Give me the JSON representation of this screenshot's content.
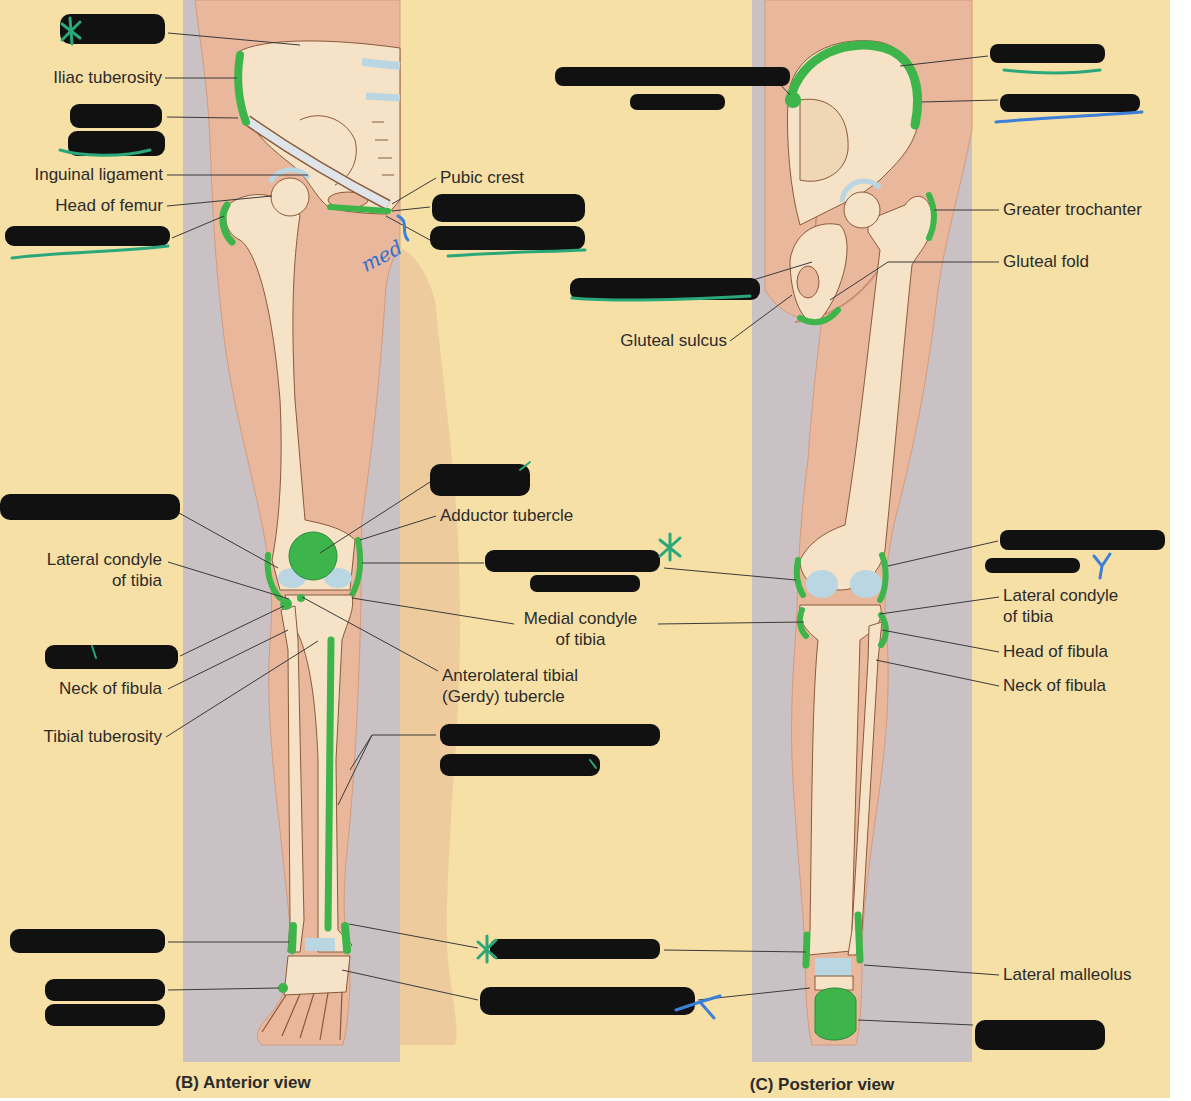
{
  "diagram": {
    "labels": [
      "Iliac tuberosity",
      "Inguinal ligament",
      "Head of femur",
      "Pubic crest",
      "med",
      "Adductor tubercle",
      "Lateral condyle of tibia",
      "Medial condyle of tibia",
      "Neck of fibula",
      "Anterolateral tibial (Gerdy) tubercle",
      "Tibial tuberosity",
      "Greater trochanter",
      "Gluteal fold",
      "Gluteal sulcus",
      "Lateral condyle of tibia",
      "Head of fibula",
      "Neck of fibula",
      "Lateral malleolus",
      "(B) Anterior view",
      "(C) Posterior view"
    ]
  }
}
